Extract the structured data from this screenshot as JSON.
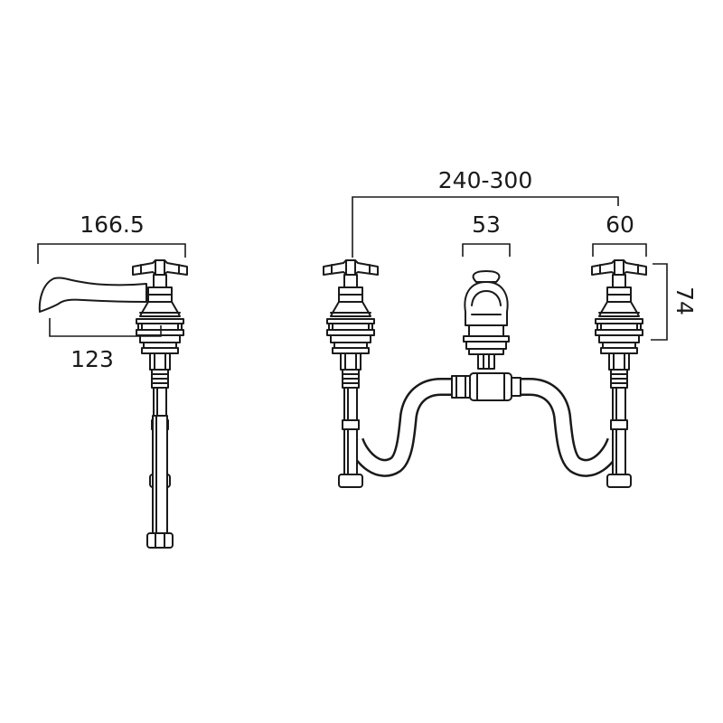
{
  "dimensions": {
    "side_overall_length": "166.5",
    "side_spout_reach": "123",
    "front_centres": "240-300",
    "front_spout_width": "53",
    "front_handle_width": "60",
    "front_handle_height": "74"
  }
}
